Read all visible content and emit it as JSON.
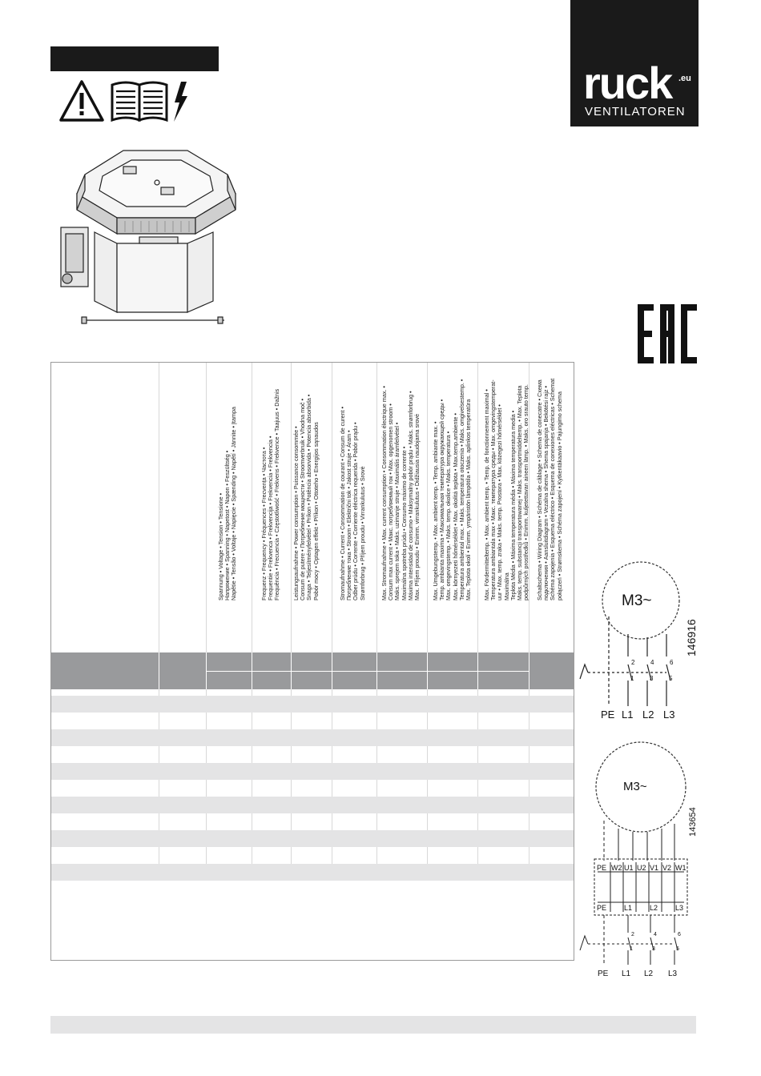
{
  "logo": {
    "word": "ruck",
    "suffix": ".eu",
    "subtitle": "VENTILATOREN"
  },
  "icons": [
    "warning-triangle-icon",
    "manual-book-icon",
    "lightning-icon"
  ],
  "eac_mark": "EAC",
  "header_labels": [
    {
      "key": "voltage",
      "lines": [
        "Spannung • Voltage • Tension • Tensione •",
        "Напряжение • Spanning • Napetost • Napon • Feszültség •",
        "Napětie • Tensão • Voltaje • Napięcie • Spænding • Napětí • Jännite • Įtampa"
      ]
    },
    {
      "key": "frequency",
      "lines": [
        "Frequenz • Frequency • Fréquences • Frecvența • Частота •",
        "Frequentie • Frekvenca • Frekvencija • Frekvencia • Frekvencia •",
        "Frequência • Frecuencia • Częstotliwość • Frekvens • Frekvence • Taajuus • Dažnis"
      ]
    },
    {
      "key": "power",
      "lines": [
        "Leistungsaufnahme • Power consumption • Puissance consommée •",
        "Consum de putere • Потребление мощности • Stroomverbruik • Vhodna moč •",
        "Snaga • Teljesítményfelvétel • Príkon • Potência absorvida • Potencia absorbida •",
        "Pobór mocy • Optagen effekt • Příkon • Ottoteho • Energijos sąnaudos"
      ]
    },
    {
      "key": "current",
      "lines": [
        "Stromaufnahme • Current • Consommation de courant • Consum de curent •",
        "Потребление тока • Stroom • Električni tok • Jakost struje • Áram •",
        "Odber prúdu • Corrente • Corriente eléctrica requerida • Pobór prądu •",
        "Strømforbrug • Příjem proudu • Virrankulutus • Srovė"
      ]
    },
    {
      "key": "max_current",
      "lines": [
        "Max. Stromaufnahme • Max. current consumption • Consommation électrique max. •",
        "Consum max current • Макс. потребляемый ток • Max. opgenomen stroom •",
        "Maks. sprejem toka • Maks. uzimanje struje • Maximális áramfelvétel •",
        "Maximálna spotreba prúdu • Consumo máximo de corrente •",
        "Máxima intensidad de consumo • Maksymalny pobór prądu • Maks. strømforbrug •",
        "Max. Příjem proudu • Enimm. virrankulutus • Didžiausia naudojama srovė"
      ]
    },
    {
      "key": "ambient_temp",
      "lines": [
        "Max. Umgebungstemp. • Max. ambient temp. • Temp. ambiante max. •",
        "Temp. ambianta maxima • Максимальная температура окружающей среды •",
        "Max. omgevingstemp. • Maks. temp. okolice • Maks. temperatura •",
        "Max. környezeti hőmérséklet • Max. okolitá teplota • Max.temp.ambiente •",
        "Temperatura ambiental max. • Maks. temperatura otoczenia • Maks. omgivelsestemp. •",
        "Max. Teplota okolí • Enimm. ympäristön lämpötila • Maks. aplinkos temperatūra"
      ]
    },
    {
      "key": "max_flow_temp",
      "lines": [
        "Max. Fördermitteltemp. • Max. ambient temp. • Temp. de fonctionnement maximal •",
        "Temperatura ambiantala max • Макс. температура среды • Max. omgevingstemperat-",
        "uur • Max. temp. zraka • Maks. temp. Prostora • Max. közegezi hőmérséklet • Maximálna",
        "Teplota Média • Máxima temperatura média • Máxima temperatura media •",
        "Maks. temp. substancji transportowanej • Maks. transportmiddeltemp. • Max. Teplota",
        "podpůrných prostředků • Enimm. kuljetettavan aineen lämp. • Maks. oro srauto temp."
      ]
    },
    {
      "key": "wiring",
      "lines": [
        "Schaltschema • Wiring Diagram • Schéma de câblage • Schema de conecatre • Схема",
        "подключения • Aansluitdiagram • Vezalna shema • Shema spajanja • Bekötési rajz •",
        "Schéma zapojenia • Esquema eléctrico • Esquema de conexiones eléctricas • Schemat",
        "połączeń • Strømskema • Schéma zapojení • Kytkentäkaavio • Pajungimo schema"
      ]
    }
  ],
  "diagram_top": {
    "code": "146916",
    "motor": "M3~",
    "terminals_top": [
      "2",
      "4",
      "6"
    ],
    "terminals_bottom": [
      "1",
      "3",
      "5"
    ],
    "lines": [
      "PE",
      "L1",
      "L2",
      "L3"
    ]
  },
  "diagram_bottom": {
    "code": "143654",
    "motor": "M3~",
    "block_top": [
      "PE",
      "W2",
      "U1",
      "U2",
      "V1",
      "V2",
      "W1"
    ],
    "block_bottom": [
      "PE",
      "L1",
      "L2",
      "L3"
    ],
    "terminals_top": [
      "2",
      "4",
      "6"
    ],
    "terminals_bottom": [
      "1",
      "3",
      "5"
    ],
    "lines": [
      "PE",
      "L1",
      "L2",
      "L3"
    ]
  }
}
